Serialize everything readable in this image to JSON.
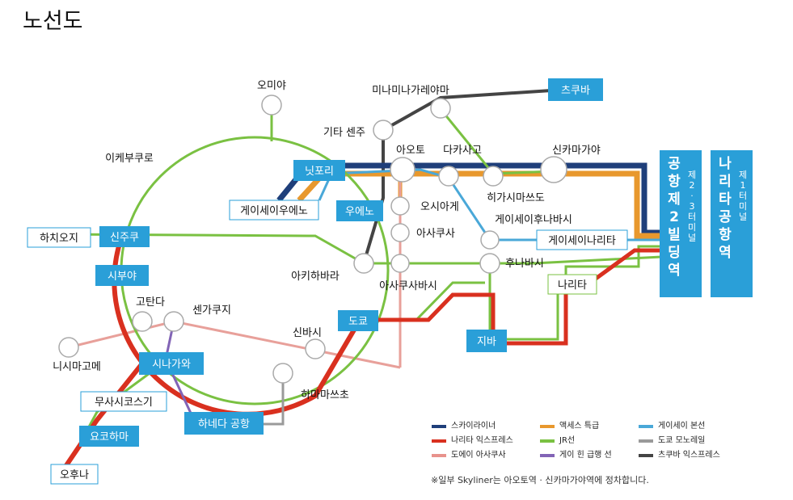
{
  "title": "노선도",
  "colors": {
    "skyliner": "#1f3f7a",
    "narita_express": "#d9301f",
    "toei_asakusa": "#e8928c",
    "access_express": "#e8982d",
    "jr": "#7ac142",
    "keikyu": "#8264b6",
    "keisei_main": "#4aa8d8",
    "tokyo_monorail": "#9a9a9a",
    "tsukuba_express": "#444444",
    "station_blue": "#2a9fd8"
  },
  "stations": {
    "omiya": "오미야",
    "minami_nagareyama": "미나미나가레야마",
    "tsukuba": "츠쿠바",
    "kita_senju": "기타 센주",
    "ikebukuro": "이케부쿠로",
    "aoto": "아오토",
    "takasago": "다카사고",
    "shin_kamagaya": "신카마가야",
    "nippori": "닛포리",
    "keisei_ueno": "게이세이우에노",
    "ueno": "우에노",
    "oshiage": "오시아게",
    "higashi_matsudo": "히가시마쓰도",
    "keisei_funabashi": "게이세이후나바시",
    "hachioji": "하치오지",
    "shinjuku": "신주쿠",
    "asakusa": "아사쿠사",
    "keisei_narita": "게이세이나리타",
    "funabashi": "후나바시",
    "akihabara": "아키하바라",
    "asakusabashi": "아사쿠사바시",
    "shibuya": "시부야",
    "narita": "나리타",
    "gotanda": "고탄다",
    "sengakuji": "센가쿠지",
    "tokyo": "도쿄",
    "shimbashi": "신바시",
    "chiba": "지바",
    "nishi_magome": "니시마고메",
    "shinagawa": "시나가와",
    "hamamatsucho": "하마마쓰초",
    "musashi_kosugi": "무사시코스기",
    "haneda": "하네다 공항",
    "yokohama": "요코하마",
    "ofuna": "오후나"
  },
  "airport_t2": {
    "name": "공항제2빌딩역",
    "sub": "제2·3터미널"
  },
  "airport_t1": {
    "name": "나리타 공항역",
    "sub": "제1터미널"
  },
  "legend": [
    {
      "label": "스카이라이너",
      "color": "#1f3f7a"
    },
    {
      "label": "나리타 익스프레스",
      "color": "#d9301f"
    },
    {
      "label": "도에이 아사쿠사",
      "color": "#e8928c"
    },
    {
      "label": "액세스 특급",
      "color": "#e8982d"
    },
    {
      "label": "JR선",
      "color": "#7ac142"
    },
    {
      "label": "게이 힌 급행 선",
      "color": "#8264b6"
    },
    {
      "label": "게이세이 본선",
      "color": "#4aa8d8"
    },
    {
      "label": "도쿄 모노레일",
      "color": "#9a9a9a"
    },
    {
      "label": "츠쿠바 익스프레스",
      "color": "#444444"
    }
  ],
  "note": "※일부 Skyliner는 아오토역 · 신카마가야역에 정차합니다."
}
